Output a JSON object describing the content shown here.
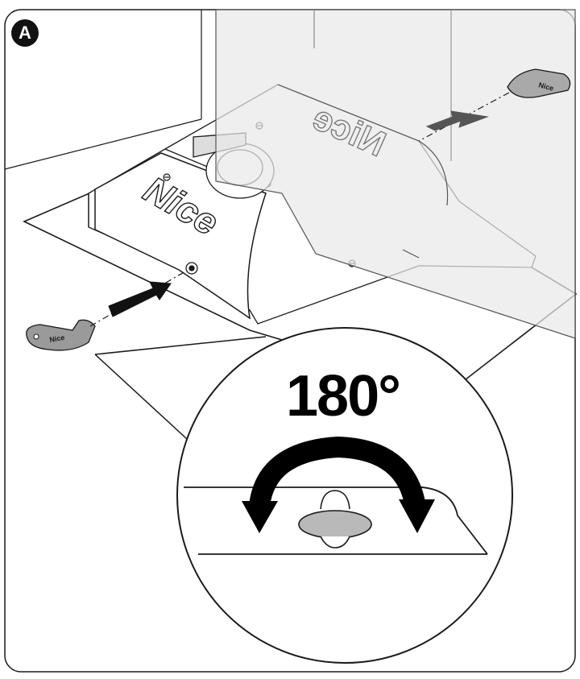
{
  "figure": {
    "panel_label": "A",
    "rotation_label": "180°",
    "brand_text": "Nice",
    "brand_text_mirrored": "Nice"
  },
  "icons": {
    "left_key": "key-icon",
    "right_key": "key-icon",
    "insert_arrow": "arrow-right-icon",
    "rotate_arrow": "rotate-both-ways-icon"
  },
  "colors": {
    "line": "#1a1a1a",
    "key_fill": "#9a9a9a",
    "slot_fill": "#b9b9b9",
    "overlay_fill": "#e9e9e9"
  }
}
